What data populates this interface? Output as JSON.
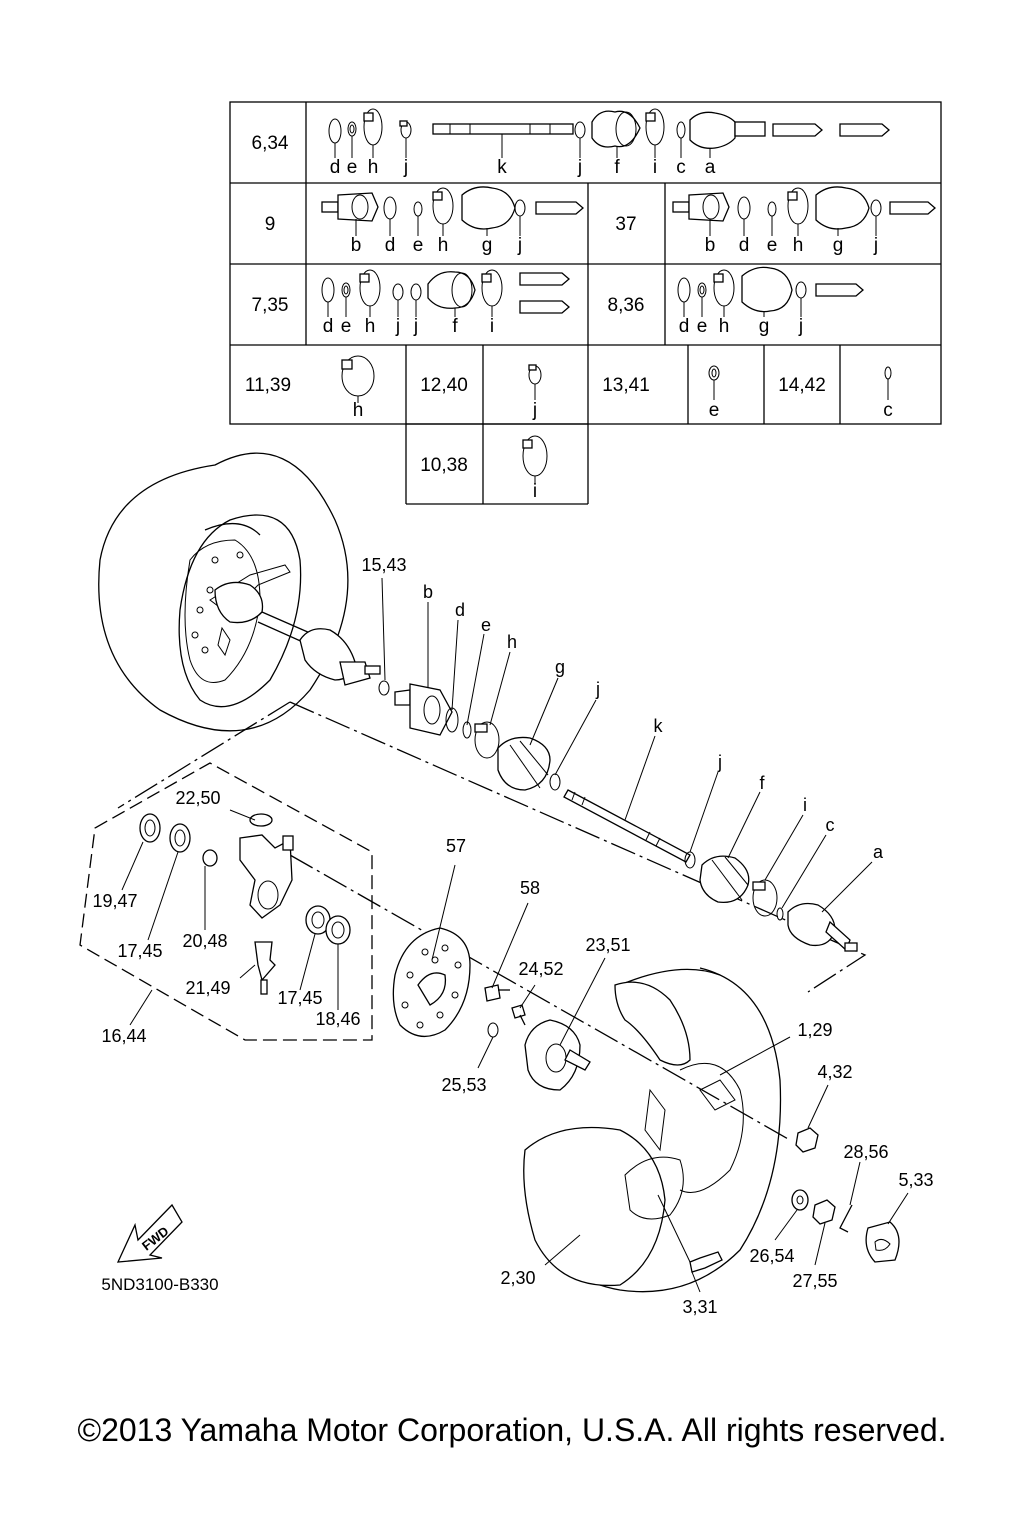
{
  "table": {
    "rows": [
      {
        "ref": "6,34",
        "letters": [
          "d",
          "e",
          "h",
          "j",
          "k",
          "j",
          "f",
          "i",
          "c",
          "a"
        ]
      },
      {
        "ref_left": "9",
        "letters_left": [
          "b",
          "d",
          "e",
          "h",
          "g",
          "j"
        ],
        "ref_right": "37",
        "letters_right": [
          "b",
          "d",
          "e",
          "h",
          "g",
          "j"
        ]
      },
      {
        "ref_left": "7,35",
        "letters_left": [
          "d",
          "e",
          "h",
          "j",
          "j",
          "f",
          "i"
        ],
        "ref_right": "8,36",
        "letters_right": [
          "d",
          "e",
          "h",
          "g",
          "j"
        ]
      },
      {
        "cells": [
          {
            "ref": "11,39",
            "letter": "h"
          },
          {
            "ref": "12,40",
            "letter": "j"
          },
          {
            "ref": "13,41",
            "letter": "e"
          },
          {
            "ref": "14,42",
            "letter": "c"
          }
        ]
      },
      {
        "cells": [
          {
            "ref": "10,38",
            "letter": "i"
          }
        ]
      }
    ]
  },
  "callouts": {
    "c15_43": "15,43",
    "b": "b",
    "d": "d",
    "e": "e",
    "h": "h",
    "g": "g",
    "j1": "j",
    "k": "k",
    "j2": "j",
    "f": "f",
    "i": "i",
    "c": "c",
    "a": "a",
    "c22_50": "22,50",
    "c19_47": "19,47",
    "c17_45a": "17,45",
    "c20_48": "20,48",
    "c21_49": "21,49",
    "c17_45b": "17,45",
    "c18_46": "18,46",
    "c16_44": "16,44",
    "c57": "57",
    "c58": "58",
    "c24_52": "24,52",
    "c23_51": "23,51",
    "c25_53": "25,53",
    "c1_29": "1,29",
    "c4_32": "4,32",
    "c28_56": "28,56",
    "c5_33": "5,33",
    "c26_54": "26,54",
    "c27_55": "27,55",
    "c2_30": "2,30",
    "c3_31": "3,31"
  },
  "fwd_label": "FWD",
  "diagram_code": "5ND3100-B330",
  "copyright": "©2013 Yamaha Motor Corporation, U.S.A. All rights reserved.",
  "icons": [
    "fwd-arrow-icon",
    "boot-icon",
    "clamp-icon",
    "circlip-icon",
    "wheel-icon",
    "brake-disc-icon",
    "hub-icon",
    "knuckle-icon",
    "axle-shaft-icon",
    "joint-icon",
    "bearing-icon",
    "nut-icon",
    "cotter-pin-icon",
    "cap-icon",
    "valve-icon"
  ]
}
